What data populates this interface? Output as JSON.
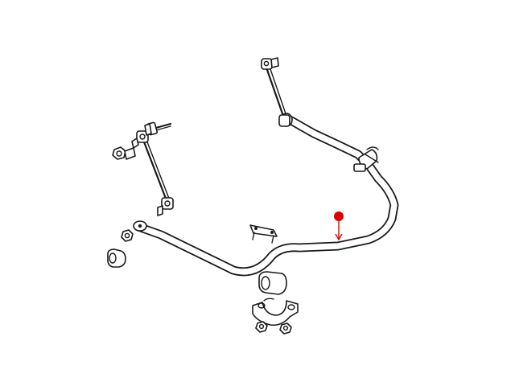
{
  "diagram": {
    "parts": [
      "stabilizer-bar",
      "left-link",
      "right-link",
      "bushing",
      "bushing-clamp",
      "retainer",
      "nut",
      "bolt",
      "washer",
      "mounting-bracket"
    ],
    "marker": {
      "color": "#e00000",
      "shape": "dot-with-arrow"
    }
  }
}
